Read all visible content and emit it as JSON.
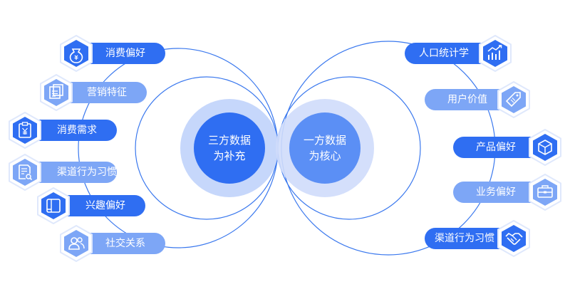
{
  "center": {
    "left": {
      "line1": "三方数据",
      "line2": "为补充",
      "fill": "#2f6ef2"
    },
    "right": {
      "line1": "一方数据",
      "line2": "为核心",
      "fill": "#5b8ff5"
    }
  },
  "left_items": [
    {
      "label": "消费偏好",
      "icon": "money-bag-icon",
      "tone": "dark"
    },
    {
      "label": "营销特征",
      "icon": "document-list-icon",
      "tone": "light"
    },
    {
      "label": "消费需求",
      "icon": "clipboard-yen-icon",
      "tone": "dark"
    },
    {
      "label": "渠道行为习惯",
      "icon": "document-search-icon",
      "tone": "light"
    },
    {
      "label": "兴趣偏好",
      "icon": "tablet-icon",
      "tone": "dark"
    },
    {
      "label": "社交关系",
      "icon": "users-icon",
      "tone": "light"
    }
  ],
  "right_items": [
    {
      "label": "人口统计学",
      "icon": "growth-chart-icon",
      "tone": "dark"
    },
    {
      "label": "用户价值",
      "icon": "price-tag-icon",
      "tone": "light"
    },
    {
      "label": "产品偏好",
      "icon": "cube-icon",
      "tone": "dark"
    },
    {
      "label": "业务偏好",
      "icon": "briefcase-icon",
      "tone": "light"
    },
    {
      "label": "渠道行为习惯",
      "icon": "handshake-icon",
      "tone": "dark"
    }
  ],
  "colors": {
    "dark": "#2f6ef2",
    "light": "#7da6f6",
    "line": "#3a78ee",
    "halo": "#cfdcfb"
  }
}
